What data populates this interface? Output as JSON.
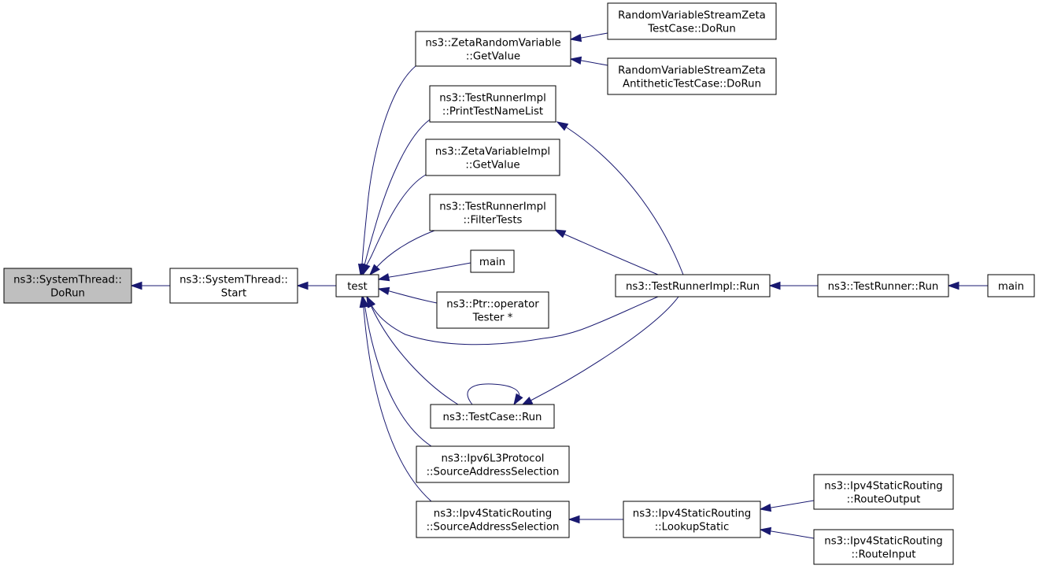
{
  "diagram": {
    "type": "doxygen-caller-graph",
    "colors": {
      "edge": "#191970",
      "root_fill": "#bfbfbf",
      "node_fill": "#ffffff",
      "node_border": "#000000"
    },
    "nodes": {
      "systemthread_dorun": {
        "lines": [
          "ns3::SystemThread::",
          "DoRun"
        ],
        "highlighted": true
      },
      "systemthread_start": {
        "lines": [
          "ns3::SystemThread::",
          "Start"
        ]
      },
      "test": {
        "lines": [
          "test"
        ]
      },
      "zeta_rv_getvalue": {
        "lines": [
          "ns3::ZetaRandomVariable",
          "::GetValue"
        ]
      },
      "rvs_zeta_dorun": {
        "lines": [
          "RandomVariableStreamZeta",
          "TestCase::DoRun"
        ]
      },
      "rvs_zeta_anti_dorun": {
        "lines": [
          "RandomVariableStreamZeta",
          "AntitheticTestCase::DoRun"
        ]
      },
      "printtestnamelist": {
        "lines": [
          "ns3::TestRunnerImpl",
          "::PrintTestNameList"
        ]
      },
      "zetavarimpl_getvalue": {
        "lines": [
          "ns3::ZetaVariableImpl",
          "::GetValue"
        ]
      },
      "filtertests": {
        "lines": [
          "ns3::TestRunnerImpl",
          "::FilterTests"
        ]
      },
      "main_1": {
        "lines": [
          "main"
        ]
      },
      "ptr_operator": {
        "lines": [
          "ns3::Ptr::operator",
          "Tester *"
        ]
      },
      "testrunnerimpl_run": {
        "lines": [
          "ns3::TestRunnerImpl::Run"
        ]
      },
      "testrunner_run": {
        "lines": [
          "ns3::TestRunner::Run"
        ]
      },
      "main_2": {
        "lines": [
          "main"
        ]
      },
      "testcase_run": {
        "lines": [
          "ns3::TestCase::Run"
        ]
      },
      "ipv6_srcaddr": {
        "lines": [
          "ns3::Ipv6L3Protocol",
          "::SourceAddressSelection"
        ]
      },
      "ipv4_srcaddr": {
        "lines": [
          "ns3::Ipv4StaticRouting",
          "::SourceAddressSelection"
        ]
      },
      "ipv4_lookupstatic": {
        "lines": [
          "ns3::Ipv4StaticRouting",
          "::LookupStatic"
        ]
      },
      "ipv4_routeoutput": {
        "lines": [
          "ns3::Ipv4StaticRouting",
          "::RouteOutput"
        ]
      },
      "ipv4_routeinput": {
        "lines": [
          "ns3::Ipv4StaticRouting",
          "::RouteInput"
        ]
      }
    },
    "edges": [
      {
        "from": "systemthread_start",
        "to": "systemthread_dorun"
      },
      {
        "from": "test",
        "to": "systemthread_start"
      },
      {
        "from": "zeta_rv_getvalue",
        "to": "test"
      },
      {
        "from": "printtestnamelist",
        "to": "test"
      },
      {
        "from": "zetavarimpl_getvalue",
        "to": "test"
      },
      {
        "from": "filtertests",
        "to": "test"
      },
      {
        "from": "main_1",
        "to": "test"
      },
      {
        "from": "ptr_operator",
        "to": "test"
      },
      {
        "from": "testrunnerimpl_run",
        "to": "test"
      },
      {
        "from": "testcase_run",
        "to": "test"
      },
      {
        "from": "ipv6_srcaddr",
        "to": "test"
      },
      {
        "from": "ipv4_srcaddr",
        "to": "test"
      },
      {
        "from": "rvs_zeta_dorun",
        "to": "zeta_rv_getvalue"
      },
      {
        "from": "rvs_zeta_anti_dorun",
        "to": "zeta_rv_getvalue"
      },
      {
        "from": "testrunnerimpl_run",
        "to": "printtestnamelist"
      },
      {
        "from": "testrunnerimpl_run",
        "to": "filtertests"
      },
      {
        "from": "testrunnerimpl_run",
        "to": "testcase_run"
      },
      {
        "from": "testcase_run",
        "to": "testcase_run"
      },
      {
        "from": "testrunner_run",
        "to": "testrunnerimpl_run"
      },
      {
        "from": "main_2",
        "to": "testrunner_run"
      },
      {
        "from": "ipv4_lookupstatic",
        "to": "ipv4_srcaddr"
      },
      {
        "from": "ipv4_routeoutput",
        "to": "ipv4_lookupstatic"
      },
      {
        "from": "ipv4_routeinput",
        "to": "ipv4_lookupstatic"
      }
    ]
  }
}
